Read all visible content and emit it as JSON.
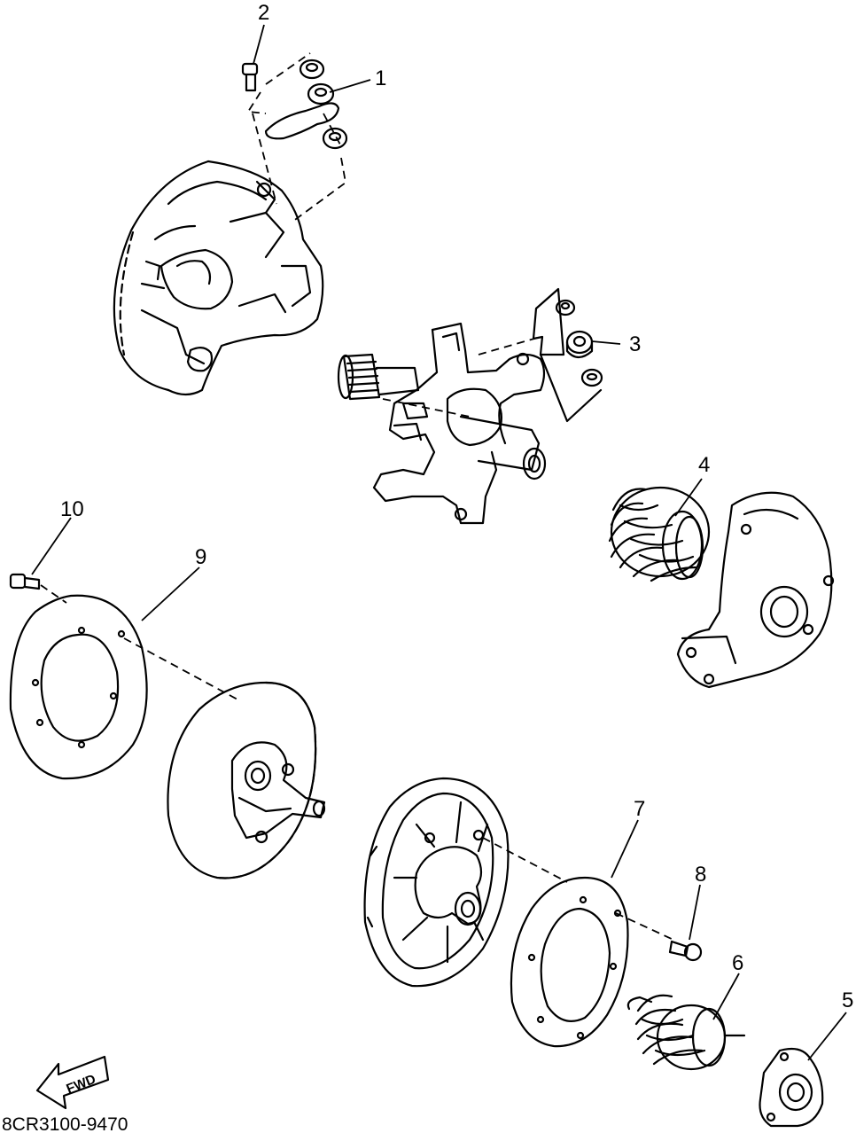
{
  "callouts": {
    "c1": "1",
    "c2": "2",
    "c3": "3",
    "c4": "4",
    "c5": "5",
    "c6": "6",
    "c7": "7",
    "c8": "8",
    "c9": "9",
    "c10": "10"
  },
  "fwd_label": "FWD",
  "drawing_code": "8CR3100-9470"
}
